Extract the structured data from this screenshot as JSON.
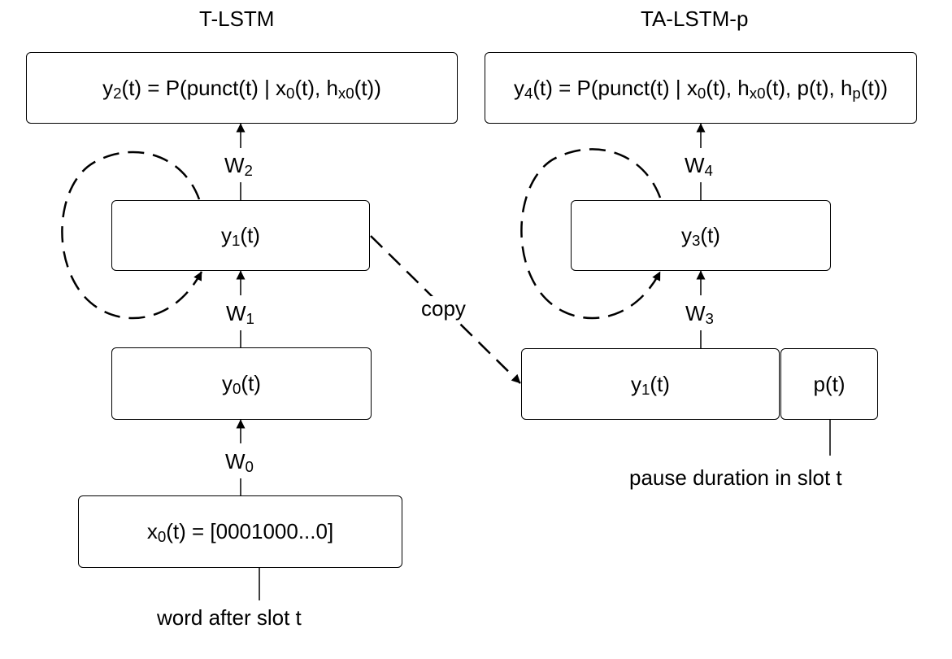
{
  "titles": {
    "left": "T-LSTM",
    "right": "TA-LSTM-p"
  },
  "left": {
    "y2": {
      "main": "y",
      "sub": "2",
      "rest": "(t) = P(punct(t) | x",
      "sub2": "0",
      "rest2": "(t), h",
      "sub3": "x0",
      "rest3": "(t))"
    },
    "w2": {
      "main": "W",
      "sub": "2"
    },
    "y1": {
      "main": "y",
      "sub": "1",
      "rest": "(t)"
    },
    "w1": {
      "main": "W",
      "sub": "1"
    },
    "y0": {
      "main": "y",
      "sub": "0",
      "rest": "(t)"
    },
    "w0": {
      "main": "W",
      "sub": "0"
    },
    "x0": {
      "main": "x",
      "sub": "0",
      "rest": "(t) = [0001000...0]"
    },
    "caption": "word after slot t"
  },
  "right": {
    "y4": {
      "main": "y",
      "sub": "4",
      "rest": "(t) = P(punct(t) | x",
      "sub2": "0",
      "rest2": "(t), h",
      "sub3": "x0",
      "rest3": "(t), p(t), h",
      "sub4": "p",
      "rest4": "(t))"
    },
    "w4": {
      "main": "W",
      "sub": "4"
    },
    "y3": {
      "main": "y",
      "sub": "3",
      "rest": "(t)"
    },
    "w3": {
      "main": "W",
      "sub": "3"
    },
    "y1copy": {
      "main": "y",
      "sub": "1",
      "rest": "(t)"
    },
    "p": "p(t)",
    "caption": "pause duration in slot t"
  },
  "copy_label": "copy"
}
